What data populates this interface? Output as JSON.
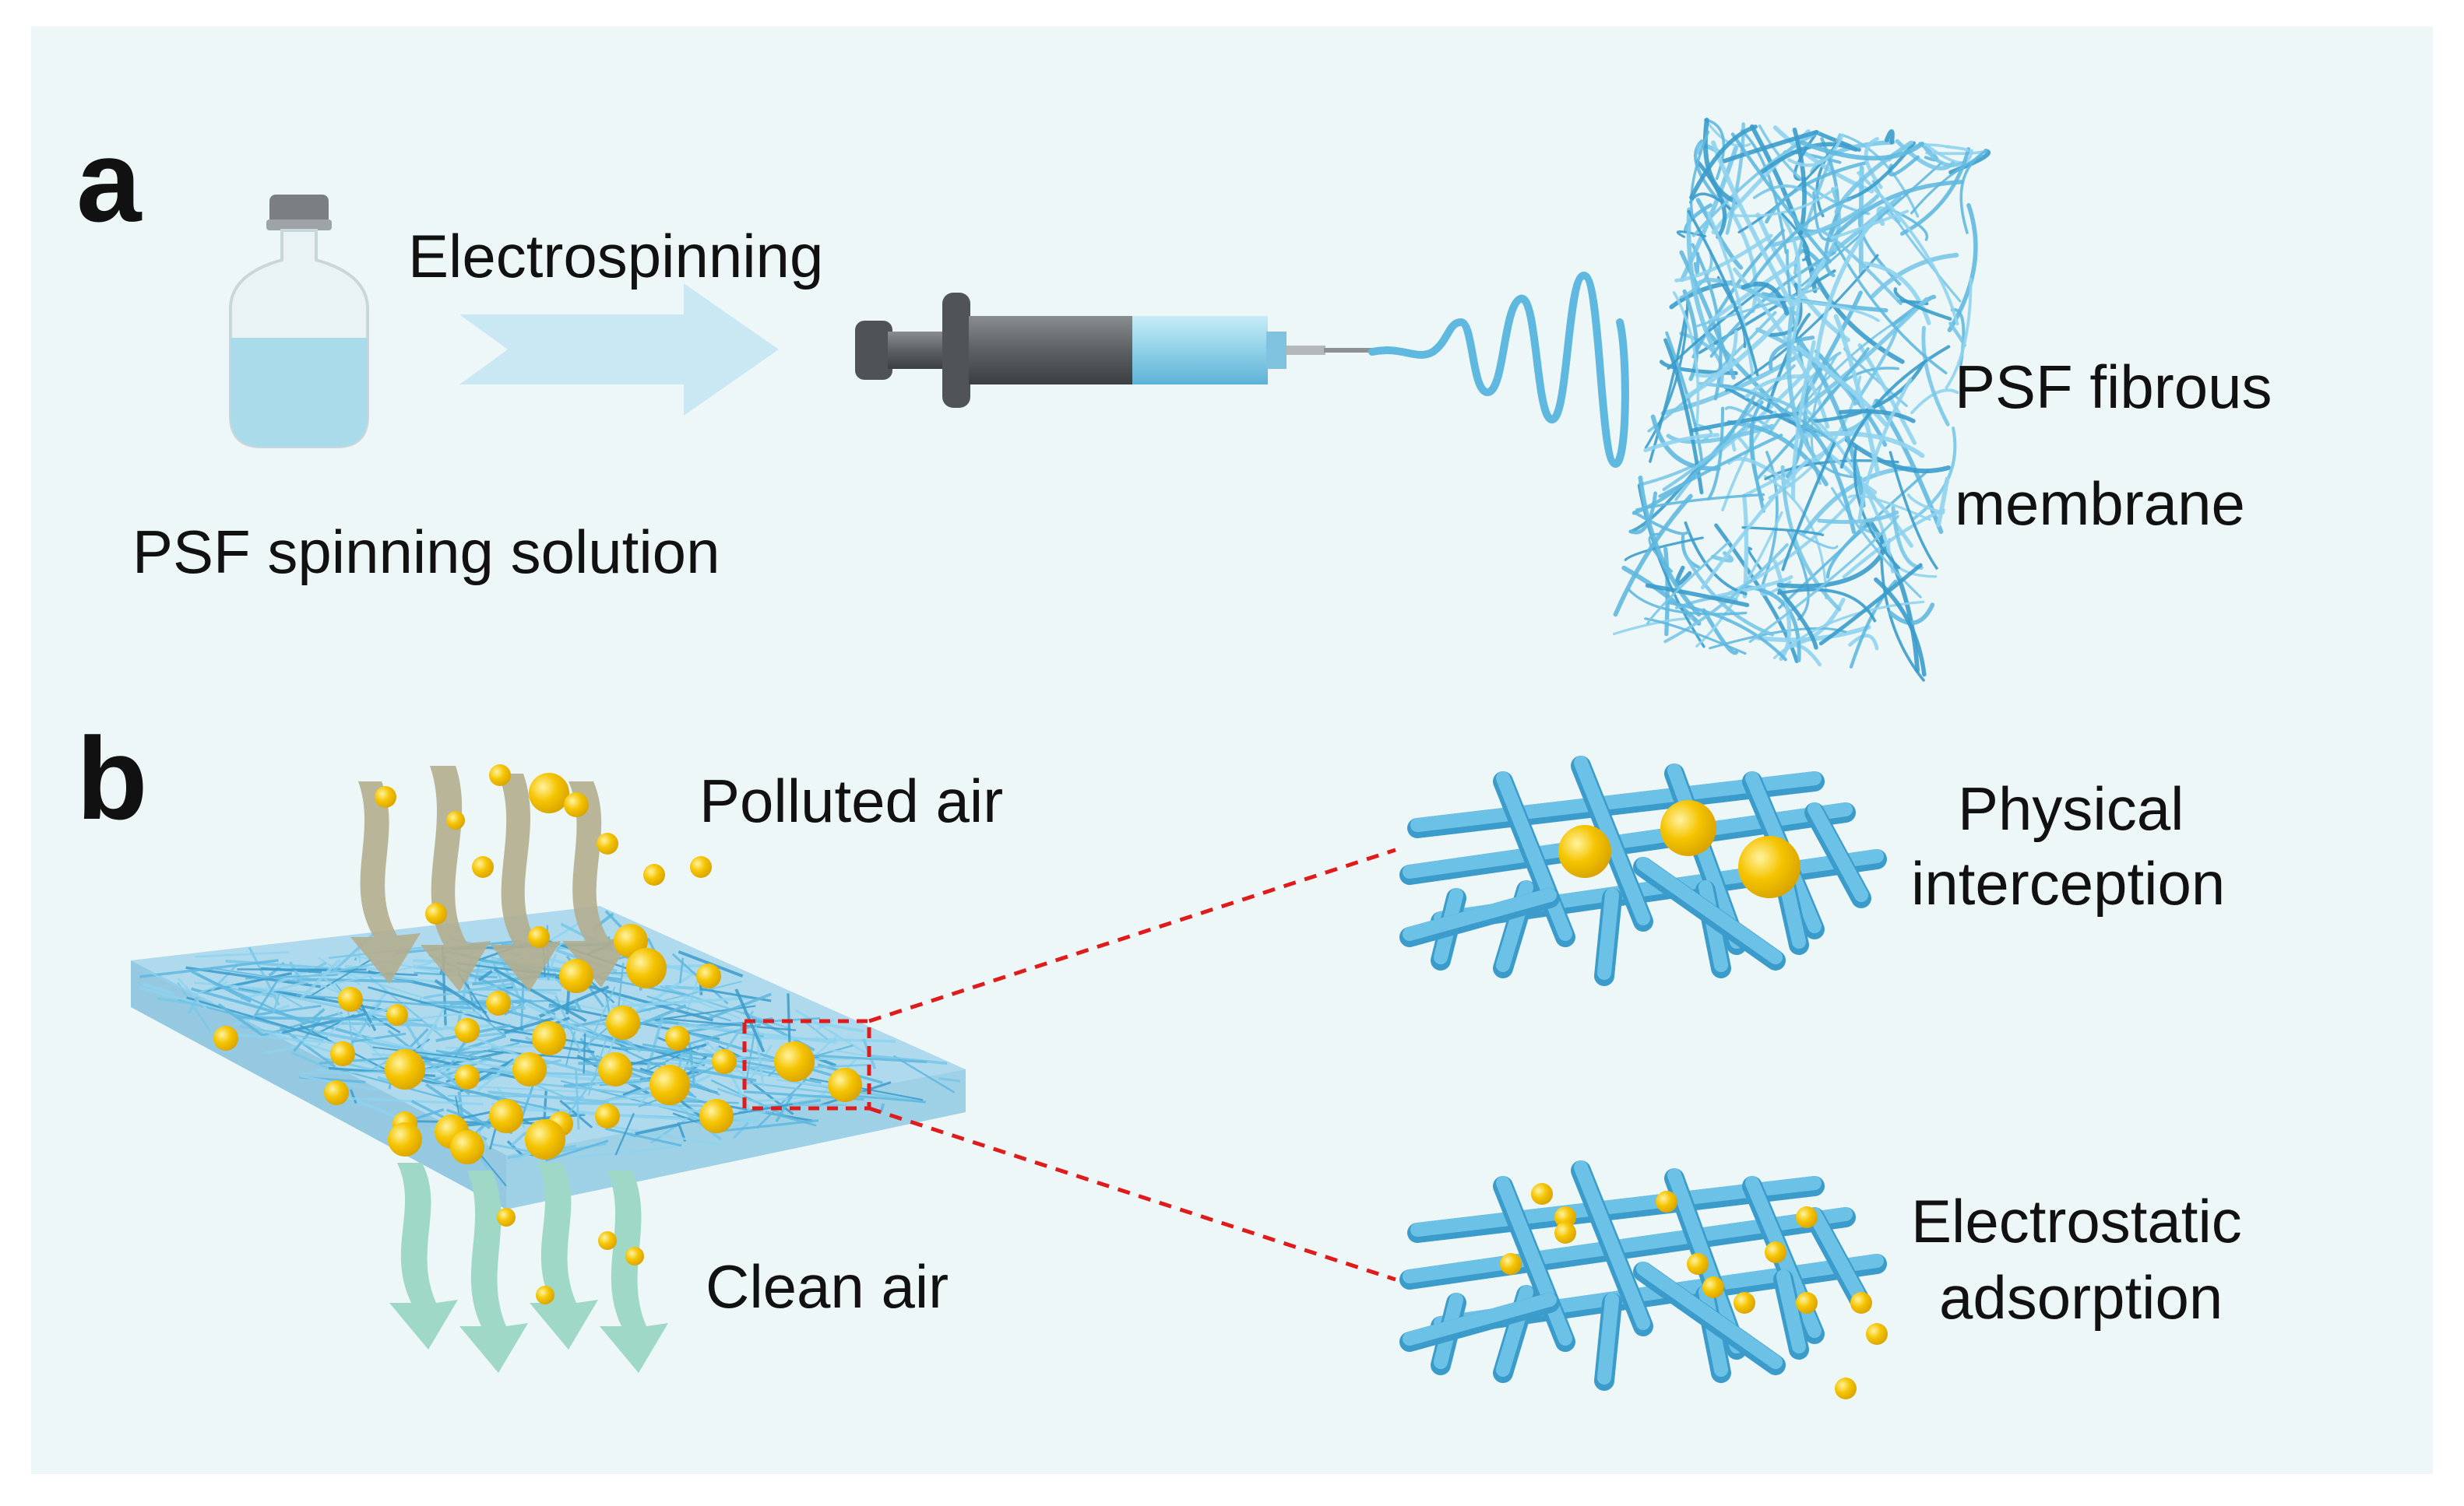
{
  "panel_a": {
    "letter": "a",
    "process_label": "Electrospinning",
    "solution_label": "PSF spinning solution",
    "membrane_label_line1": "PSF fibrous",
    "membrane_label_line2": "membrane"
  },
  "panel_b": {
    "letter": "b",
    "polluted_label": "Polluted air",
    "clean_label": "Clean air",
    "interception_label_line1": "Physical",
    "interception_label_line2": "interception",
    "adsorption_label_line1": "Electrostatic",
    "adsorption_label_line2": "adsorption"
  },
  "colors": {
    "background": "#eef7f8",
    "fiber": "#5fb8df",
    "fiber_dark": "#3b9ccb",
    "particle": "#f5c400",
    "polluted_arrow": "#b3ad8e",
    "clean_arrow": "#9fd8c6",
    "zoom_line": "#e01b1b",
    "solution": "#a9dbea"
  },
  "icons": {
    "vial": "vial-icon",
    "arrow": "process-arrow-icon",
    "syringe": "syringe-icon"
  }
}
